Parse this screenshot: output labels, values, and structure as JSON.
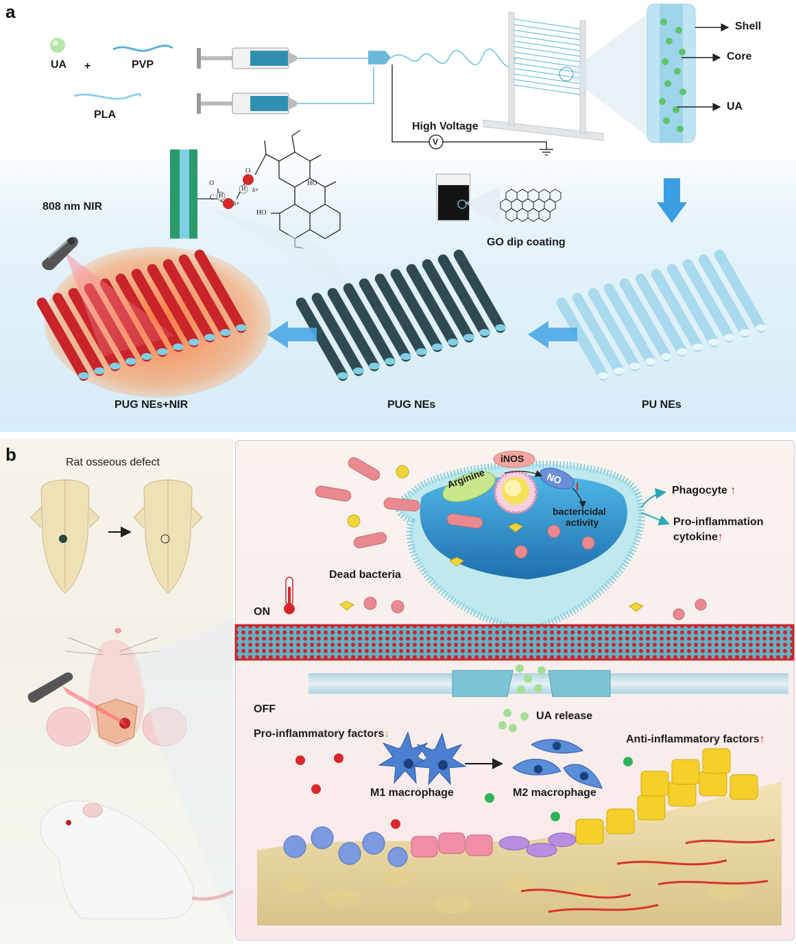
{
  "panel_a": {
    "letter": "a",
    "materials": {
      "ua": "UA",
      "plus": "+",
      "pvp": "PVP",
      "pla": "PLA"
    },
    "high_voltage": "High Voltage",
    "voltmeter_symbol": "V",
    "fiber_structure": {
      "shell": "Shell",
      "core": "Core",
      "ua": "UA"
    },
    "go_dip_coating": "GO dip coating",
    "nir_label": "808 nm NIR",
    "chem": {
      "ho_top": "HO",
      "ho_bottom": "HO",
      "o1": "O",
      "o2": "O",
      "c": "C",
      "h1": "H",
      "h2": "H",
      "delta1": "δ+",
      "delta2": "δ+"
    },
    "stages": {
      "pug_nir": "PUG NEs+NIR",
      "pug": "PUG NEs",
      "pu": "PU NEs"
    },
    "colors": {
      "pu_fiber": "#a9d9ec",
      "pug_fiber": "#2f4a52",
      "nir_fiber": "#c8242a",
      "arrow": "#2f8fd8"
    }
  },
  "panel_b": {
    "letter": "b",
    "rat_defect_title": "Rat osseous defect",
    "on_label": "ON",
    "off_label": "OFF",
    "dead_bacteria": "Dead bacteria",
    "cell": {
      "inos": "iNOS",
      "arginine": "Arginine",
      "no": "NO",
      "bactericidal_1": "bactericidal",
      "bactericidal_2": "activity"
    },
    "phagocyte": "Phagocyte",
    "pro_inflammation_1": "Pro-inflammation",
    "pro_inflammation_2": "cytokine",
    "ua_release": "UA release",
    "pro_inflammatory_factors": "Pro-inflammatory factors",
    "anti_inflammatory_factors": "Anti-inflammatory factors",
    "m1": "M1 macrophage",
    "m2": "M2 macrophage",
    "colors": {
      "up_arrow": "#d6262b",
      "down_arrow": "#5bbf3a",
      "red_dot": "#d9262b",
      "green_dot": "#2fb35a"
    }
  }
}
